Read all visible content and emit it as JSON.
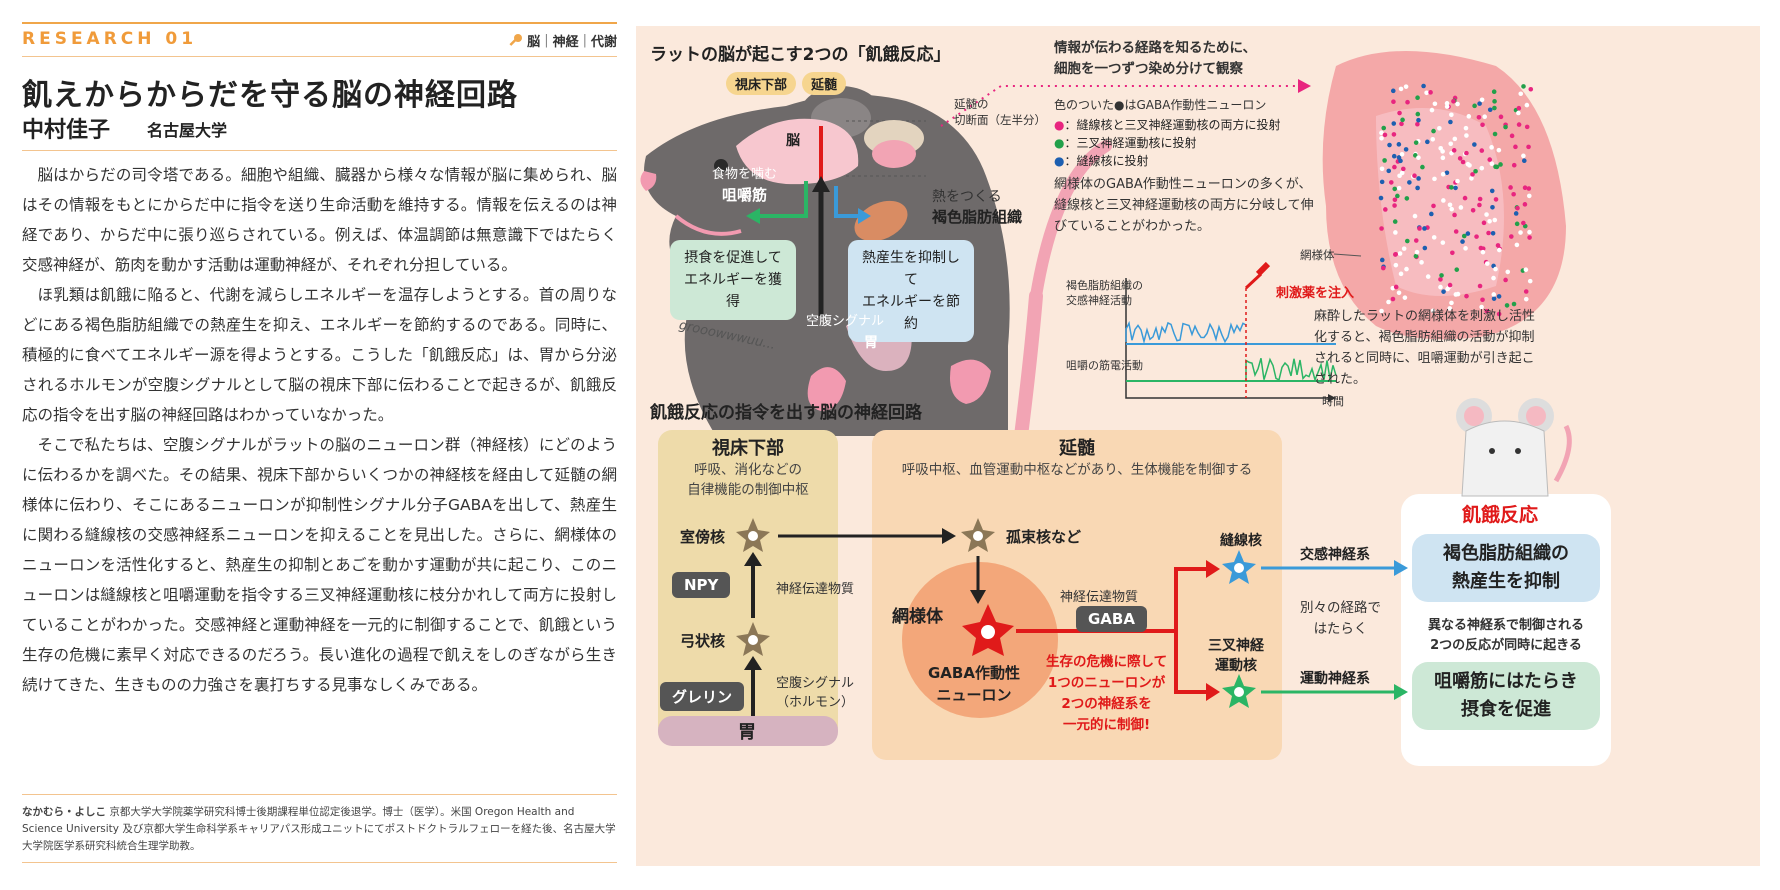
{
  "article": {
    "research_label": "RESEARCH 01",
    "keywords": [
      "脳",
      "神経",
      "代謝"
    ],
    "title": "飢えからからだを守る脳の神経回路",
    "author": "中村佳子",
    "affiliation": "名古屋大学",
    "paragraphs": [
      "脳はからだの司令塔である。細胞や組織、臓器から様々な情報が脳に集められ、脳はその情報をもとにからだ中に指令を送り生命活動を維持する。情報を伝えるのは神経であり、からだ中に張り巡らされている。例えば、体温調節は無意識下ではたらく交感神経が、筋肉を動かす活動は運動神経が、それぞれ分担している。",
      "ほ乳類は飢餓に陥ると、代謝を減らしエネルギーを温存しようとする。首の周りなどにある褐色脂肪組織での熱産生を抑え、エネルギーを節約するのである。同時に、積極的に食べてエネルギー源を得ようとする。こうした「飢餓反応」は、胃から分泌されるホルモンが空腹シグナルとして脳の視床下部に伝わることで起きるが、飢餓反応の指令を出す脳の神経回路はわかっていなかった。",
      "そこで私たちは、空腹シグナルがラットの脳のニューロン群（神経核）にどのように伝わるかを調べた。その結果、視床下部からいくつかの神経核を経由して延髄の網様体に伝わり、そこにあるニューロンが抑制性シグナル分子GABAを出して、熱産生に関わる縫線核の交感神経系ニューロンを抑えることを見出した。さらに、網様体のニューロンを活性化すると、熱産生の抑制とあごを動かす運動が共に起こり、このニューロンは縫線核と咀嚼運動を指令する三叉神経運動核に枝分かれして両方に投射していることがわかった。交感神経と運動神経を一元的に制御することで、飢餓という生存の危機に素早く対応できるのだろう。長い進化の過程で飢えをしのぎながら生き続けてきた、生きものの力強さを裏打ちする見事なしくみである。"
    ],
    "bio_name": "なかむら・よしこ",
    "bio_text": "京都大学大学院薬学研究科博士後期課程単位認定後退学。博士（医学）。米国 Oregon Health and Science University 及び京都大学生命科学系キャリアパス形成ユニットにてポストドクトラルフェローを経た後、名古屋大学大学院医学系研究科統合生理学助教。"
  },
  "figure": {
    "top_left": {
      "heading": "ラットの脳が起こす2つの「飢餓反応」",
      "tag_hypothalamus": "視床下部",
      "tag_medulla": "延髄",
      "brain_label": "脳",
      "chew_label": "食物を噛む",
      "chew_muscle": "咀嚼筋",
      "fat_label": "熱をつくる",
      "fat_tissue": "褐色脂肪組織",
      "bubble_food": "摂食を促進して\nエネルギーを獲得",
      "bubble_heat": "熱産生を抑制して\nエネルギーを節約",
      "hunger_signal": "空腹シグナル",
      "stomach": "胃",
      "growl": "grooowwwuu...",
      "section_label": "延髄の\n切断面（左半分）"
    },
    "top_right": {
      "observe_note": "情報が伝わる経路を知るために、\n細胞を一つずつ染め分けて観察",
      "legend_title": "色のついた●はGABA作動性ニューロン",
      "legend_items": [
        {
          "color": "#e8257f",
          "label": "：縫線核と三叉神経運動核の両方に投射"
        },
        {
          "color": "#22a04a",
          "label": "：三叉神経運動核に投射"
        },
        {
          "color": "#1d5fb0",
          "label": "：縫線核に投射"
        }
      ],
      "result_note": "網様体のGABA作動性ニューロンの多くが、縫線核と三叉神経運動核の両方に分岐して伸びていることがわかった。",
      "reticular_label": "網様体",
      "graph_sympathetic": "褐色脂肪組織の\n交感神経活動",
      "graph_inject": "刺激薬を注入",
      "graph_emg": "咀嚼の筋電活動",
      "graph_time": "時間",
      "anesth_note": "麻酔したラットの網様体を刺激し活性化すると、褐色脂肪組織の活動が抑制されると同時に、咀嚼運動が引き起こされた。"
    },
    "circuit": {
      "heading": "飢餓反応の指令を出す脳の神経回路",
      "hypo_title": "視床下部",
      "hypo_sub": "呼吸、消化などの\n自律機能の制御中枢",
      "pvn": "室傍核",
      "npy": "NPY",
      "neurotransmitter": "神経伝達物質",
      "arcuate": "弓状核",
      "ghrelin": "グレリン",
      "hunger_hormone": "空腹シグナル\n（ホルモン）",
      "stomach": "胃",
      "medulla_title": "延髄",
      "medulla_sub": "呼吸中枢、血管運動中枢などがあり、生体機能を制御する",
      "nts": "孤束核など",
      "reticular": "網様体",
      "gaba_neuron": "GABA作動性\nニューロン",
      "gaba_nt": "神経伝達物質",
      "gaba": "GABA",
      "crisis_text": "生存の危機に際して\n1つのニューロンが\n2つの神経系を\n一元的に制御!",
      "raphe": "縫線核",
      "trigeminal": "三叉神経\n運動核",
      "sympathetic": "交感神経系",
      "motor": "運動神経系",
      "separate": "別々の経路で\nはたらく",
      "response_title": "飢餓反応",
      "outcome1": "褐色脂肪組織の\n熱産生を抑制",
      "outcome_mid": "異なる神経系で制御される\n2つの反応が同時に起きる",
      "outcome2": "咀嚼筋にはたらき\n摂食を促進"
    },
    "colors": {
      "panel_bg": "#fbe9dc",
      "orange": "#f0a64a",
      "red": "#e01a1a",
      "blue": "#3a9ad9",
      "green": "#2bb565",
      "mouse_gray": "#6e6a6a",
      "box_hypothalamus": "#eedbaa",
      "box_medulla": "#f9d8b4"
    }
  }
}
